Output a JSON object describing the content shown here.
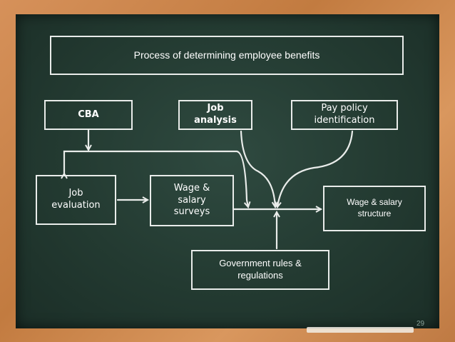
{
  "diagram": {
    "title": "Process of determining employee benefits",
    "nodes": {
      "cba": "CBA",
      "job_analysis": "Job\nanalysis",
      "pay_policy": "Pay policy\nidentification",
      "job_evaluation": "Job\nevaluation",
      "wage_surveys": "Wage &\nsalary\nsurveys",
      "wage_structure": "Wage & salary\nstructure",
      "gov_rules": "Government rules &\nregulations"
    },
    "page_number": "29"
  },
  "colors": {
    "board": "#233a31",
    "frame": "#c9844a",
    "chalk": "#e9ecea"
  }
}
